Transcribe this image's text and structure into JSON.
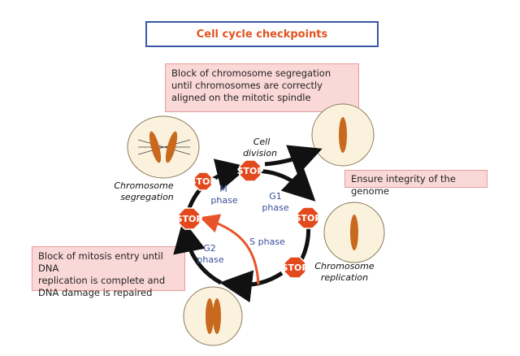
{
  "title": "Cell cycle checkpoints",
  "notes": {
    "top": [
      "Block of chromosome segregation",
      "until chromosomes are correctly",
      "aligned on the mitotic spindle"
    ],
    "right": "Ensure integrity of the genome",
    "left": [
      "Block of mitosis entry until DNA",
      "replication is complete and",
      "DNA damage is repaired"
    ]
  },
  "labels": {
    "cell_division": [
      "Cell",
      "division"
    ],
    "chromosome_segregation": [
      "Chromosome",
      "segregation"
    ],
    "chromosome_replication": [
      "Chromosome",
      "replication"
    ],
    "m_phase": [
      "M",
      "phase"
    ],
    "g1_phase": [
      "G1",
      "phase"
    ],
    "s_phase": "S phase",
    "g2_phase": [
      "G2",
      "phase"
    ]
  },
  "stop_sign": "STOP",
  "colors": {
    "stop": "#e2491c",
    "cycle_ring": "#111111",
    "checkpoint_arrow": "#e8532a",
    "chromosome": "#c8691e",
    "cell_fill": "#fbf2de",
    "title_border": "#3a56a8",
    "title_text": "#e0531f",
    "note_fill": "#fbd8d8"
  }
}
